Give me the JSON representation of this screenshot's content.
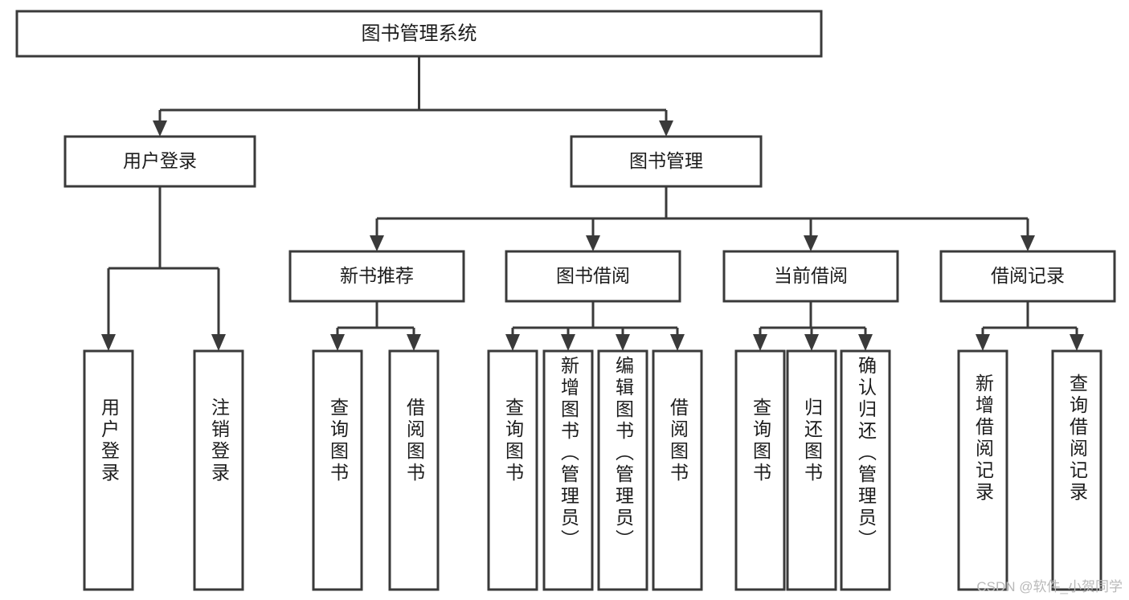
{
  "diagram": {
    "title": "图书管理系统",
    "type": "tree",
    "watermark": "CSDN @软件_小贺同学",
    "colors": {
      "box_stroke": "#3a3a3a",
      "box_fill": "#ffffff",
      "connector": "#3a3a3a",
      "text": "#1c1c1c",
      "watermark": "#b9b9b9",
      "background": "#ffffff"
    },
    "root": {
      "label": "图书管理系统"
    },
    "level2": [
      {
        "label": "用户登录"
      },
      {
        "label": "图书管理"
      }
    ],
    "level3": [
      {
        "label": "新书推荐"
      },
      {
        "label": "图书借阅"
      },
      {
        "label": "当前借阅"
      },
      {
        "label": "借阅记录"
      }
    ],
    "leaves": {
      "user_login": [
        {
          "label": "用户登录"
        },
        {
          "label": "注销登录"
        }
      ],
      "new_book_recommend": [
        {
          "label": "查询图书"
        },
        {
          "label": "借阅图书"
        }
      ],
      "book_borrow": [
        {
          "label": "查询图书"
        },
        {
          "label": "新增图书（管理员）"
        },
        {
          "label": "编辑图书（管理员）"
        },
        {
          "label": "借阅图书"
        }
      ],
      "current_borrow": [
        {
          "label": "查询图书"
        },
        {
          "label": "归还图书"
        },
        {
          "label": "确认归还（管理员）"
        }
      ],
      "borrow_record": [
        {
          "label": "新增借阅记录"
        },
        {
          "label": "查询借阅记录"
        }
      ]
    }
  }
}
